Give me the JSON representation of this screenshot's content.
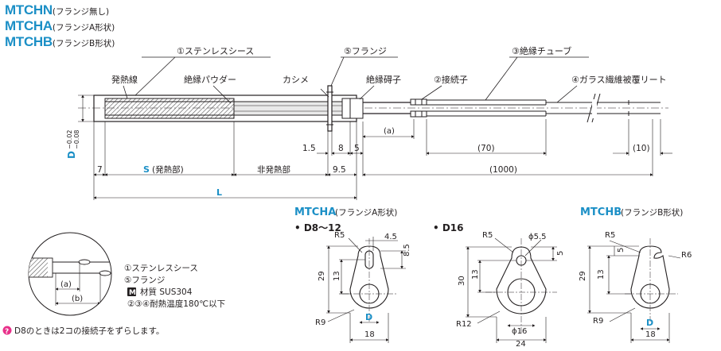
{
  "titles": [
    {
      "code": "MTCHN",
      "sub": "(フランジ無し)"
    },
    {
      "code": "MTCHA",
      "sub": "(フランジA形状)"
    },
    {
      "code": "MTCHB",
      "sub": "(フランジB形状)"
    }
  ],
  "callouts": {
    "sheath": "①ステンレスシース",
    "flange": "⑤フランジ",
    "insulation_tube": "③絶縁チューブ",
    "heating_wire": "発熱線",
    "insulation_powder": "絶縁パウダー",
    "crimp": "カシメ",
    "insulator": "絶縁碍子",
    "connector": "②接続子",
    "lead_wire": "④ガラス繊維被覆リート"
  },
  "dims": {
    "d_label": "D",
    "d_tol_upper": "−0.02",
    "d_tol_lower": "−0.08",
    "a": "(a)",
    "d1_5": "1.5",
    "d8": "8",
    "d5": "5",
    "d70": "(70)",
    "d10": "(10)",
    "d7": "7",
    "s": "S",
    "s_note": "(発熱部)",
    "non_heat": "非発熱部",
    "d9_5": "9.5",
    "d1000": "(1000)",
    "l": "L"
  },
  "detail": {
    "a": "(a)",
    "b": "(b)",
    "legend": [
      "①ステンレスシース",
      "⑤フランジ"
    ],
    "material_badge": "M",
    "material_text": "材質  SUS304",
    "temp_text": "②③④耐熱温度180℃以下",
    "note_icon": "?",
    "note": "D8のときは2コの接続子をずらします。"
  },
  "mtcha": {
    "heading": "MTCHA",
    "heading_sub": "(フランジA形状)",
    "variant1": "• D8～12",
    "variant2": "• D16",
    "v1": {
      "r5": "R5",
      "w4_5": "4.5",
      "h8_5": "8.5",
      "h29": "29",
      "h13": "13",
      "r9": "R9",
      "d": "D",
      "w18": "18"
    },
    "v2": {
      "r5": "R5",
      "phi5_5": "ϕ5.5",
      "h5": "5",
      "h30": "30",
      "h13": "13",
      "r12": "R12",
      "phi16": "ϕ16",
      "w24": "24"
    }
  },
  "mtchb": {
    "heading": "MTCHB",
    "heading_sub": "(フランジB形状)",
    "r5": "R5",
    "r6": "R6",
    "h5": "5",
    "h29": "29",
    "h13": "13",
    "r9": "R9",
    "d": "D",
    "w18": "18"
  },
  "colors": {
    "accent": "#1b8fc6",
    "ink": "#231f20",
    "hatch": "#555555"
  }
}
